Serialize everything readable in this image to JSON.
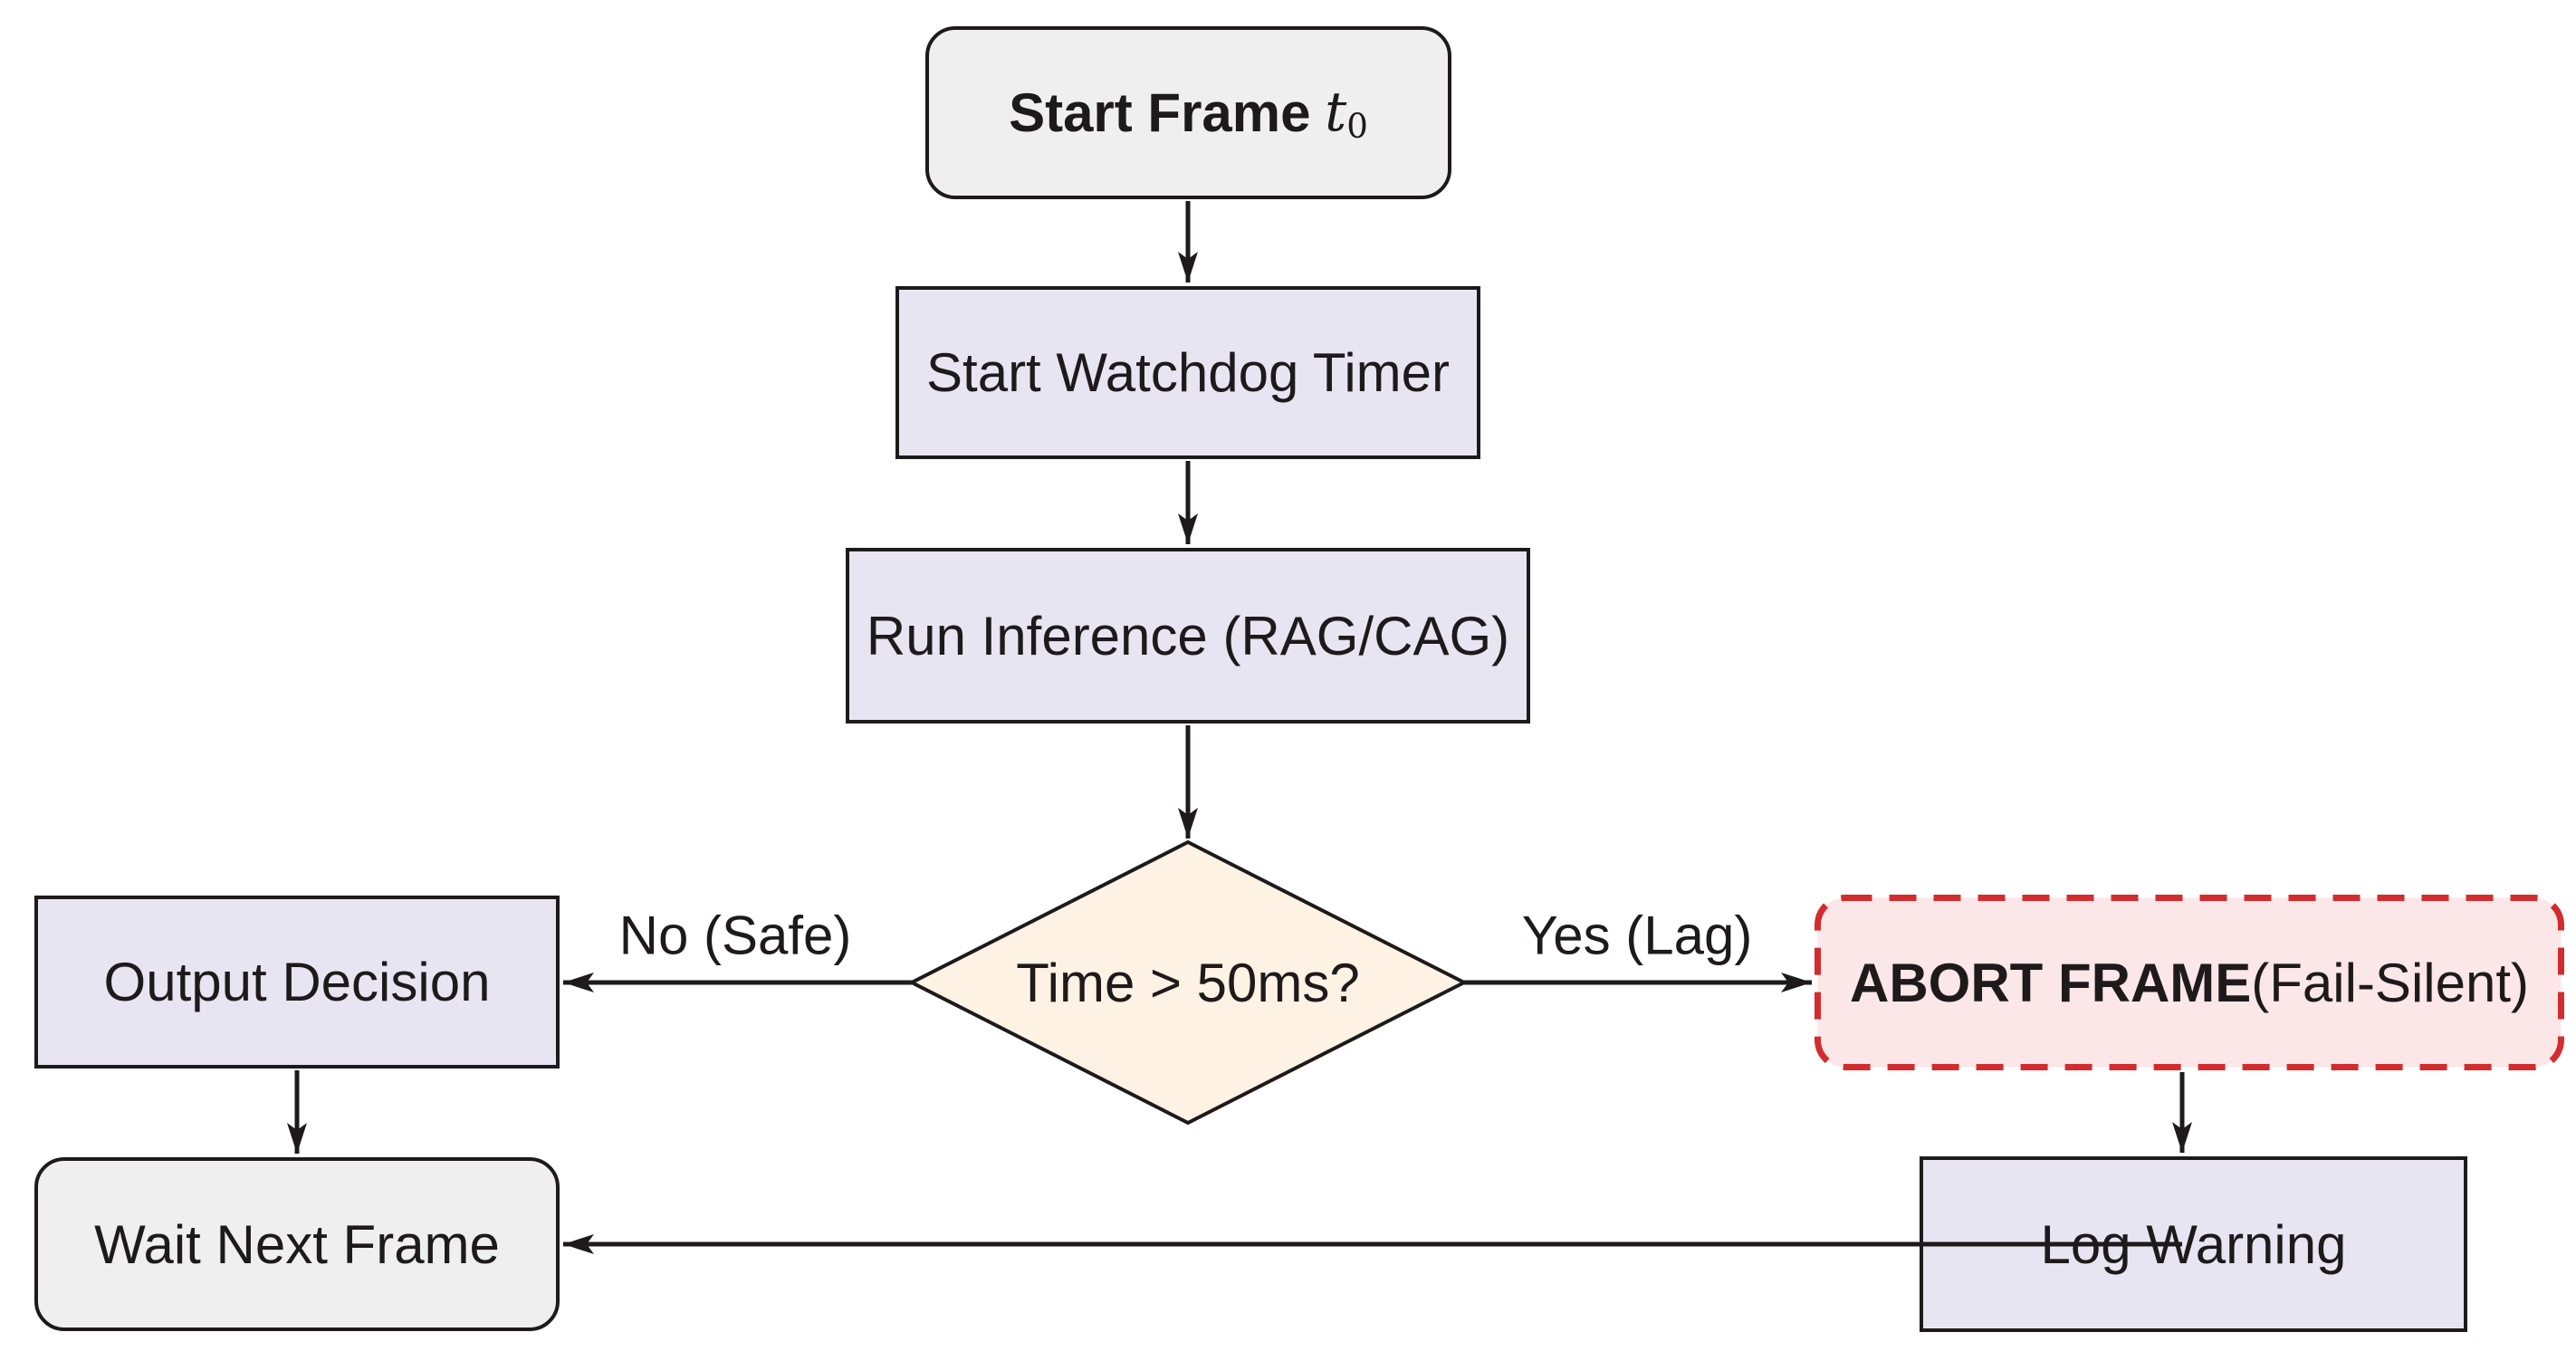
{
  "diagram": {
    "nodes": {
      "start": {
        "label_bold": "Start Frame",
        "math_var": "t",
        "math_sub": "0"
      },
      "watchdog": {
        "label": "Start Watchdog Timer"
      },
      "inference": {
        "label": "Run Inference (RAG/CAG)"
      },
      "decision": {
        "label": "Time > 50ms?"
      },
      "output": {
        "label": "Output Decision"
      },
      "wait": {
        "label": "Wait Next Frame"
      },
      "abort": {
        "label_bold": "ABORT FRAME",
        "label_rest": "(Fail-Silent)"
      },
      "log": {
        "label": "Log Warning"
      }
    },
    "edge_labels": {
      "no": "No (Safe)",
      "yes": "Yes (Lag)"
    },
    "colors": {
      "process_fill": "#e7e5f1",
      "terminal_fill": "#f0eff0",
      "decision_fill": "#fdf2e4",
      "abort_fill": "#fbe6e8",
      "abort_border": "#d22c2e",
      "ink": "#1e1a1b",
      "background": "#ffffff"
    }
  }
}
